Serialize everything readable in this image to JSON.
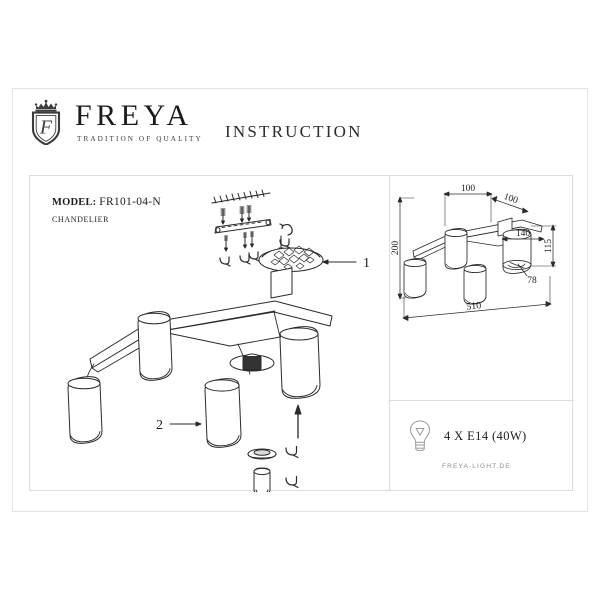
{
  "page": {
    "background_color": "#ffffff",
    "frame_border_color": "#e3e3e3",
    "panel_border_color": "#dcdcdc",
    "ink_color": "#1d1d1d"
  },
  "header": {
    "brand_name": "FREYA",
    "brand_tagline": "TRADITION OF QUALITY",
    "crest_icon": "freya-shield-crown-icon",
    "document_title": "INSTRUCTION"
  },
  "left_panel": {
    "model_label": "MODEL:",
    "model_value": "FR101-04-N",
    "product_type": "CHANDELIER",
    "assembly_diagram": {
      "icon": "chandelier-assembly-exploded-icon",
      "callouts": [
        {
          "number": "1",
          "target": "ceiling-mount-plate"
        },
        {
          "number": "2",
          "target": "lamp-shade"
        }
      ],
      "parts": [
        "ceiling-hatching",
        "mounting-bar",
        "mounting-screws",
        "ceiling-canopy",
        "chandelier-body",
        "lamp-shade",
        "shade-ring",
        "lamp-holder",
        "light-bulb",
        "wall-anchors"
      ]
    }
  },
  "right_panel": {
    "dimensions_diagram": {
      "icon": "chandelier-dimensions-icon",
      "unit": "mm",
      "measurements": [
        {
          "label": "100",
          "axis": "horizontal",
          "target": "shade-spacing-left"
        },
        {
          "label": "100",
          "axis": "horizontal",
          "target": "shade-spacing-right"
        },
        {
          "label": "200",
          "axis": "vertical",
          "target": "overall-height"
        },
        {
          "label": "140",
          "axis": "horizontal",
          "target": "shade-width"
        },
        {
          "label": "115",
          "axis": "vertical",
          "target": "shade-height"
        },
        {
          "label": "78",
          "axis": "diagonal",
          "target": "shade-diameter"
        },
        {
          "label": "510",
          "axis": "horizontal",
          "target": "overall-width"
        }
      ]
    },
    "lamp_spec": {
      "bulb_icon": "light-bulb-icon",
      "text": "4 X E14 (40W)"
    },
    "site_url": "FREYA-LIGHT.DE"
  }
}
